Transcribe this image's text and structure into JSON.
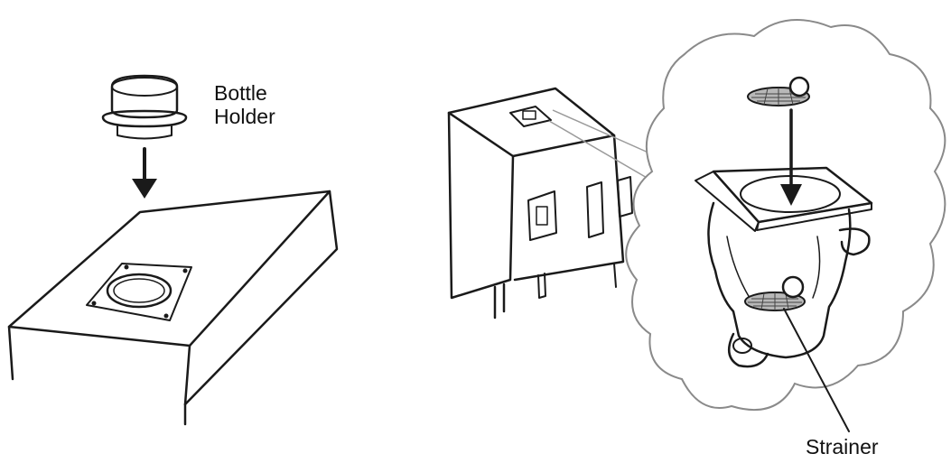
{
  "labels": {
    "bottle_holder_line1": "Bottle",
    "bottle_holder_line2": "Holder",
    "strainer": "Strainer"
  },
  "colors": {
    "ink": "#1a1a1a",
    "background": "#ffffff",
    "cloud_outline": "#8a8a8a",
    "shade": "#d9d9d9"
  },
  "icons": [
    "bottle-holder-icon",
    "down-arrow-icon",
    "strainer-icon",
    "ball-float-icon"
  ]
}
